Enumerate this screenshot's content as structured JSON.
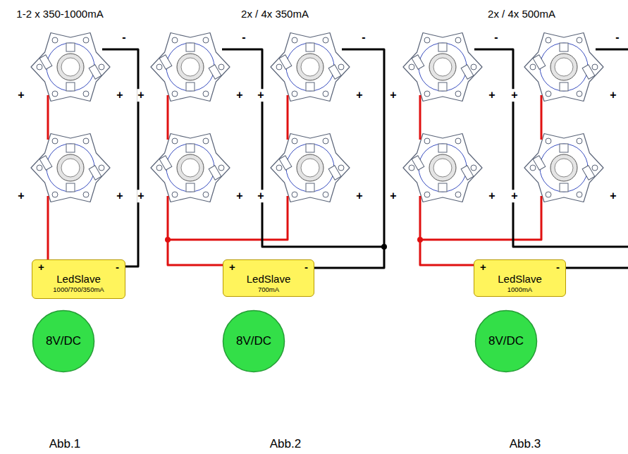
{
  "diagram": {
    "nodes": [
      {
        "text": [
          "+",
          "-",
          "LedSlave",
          "1000/700/350mA"
        ]
      },
      {
        "text": [
          "8V/DC"
        ]
      },
      {
        "text": [
          "+",
          "-",
          "LedSlave",
          "700mA"
        ]
      },
      {
        "text": [
          "8V/DC"
        ]
      },
      {
        "text": [
          "+",
          "-",
          "LedSlave",
          "1000mA"
        ]
      },
      {
        "text": [
          "8V/DC"
        ]
      }
    ],
    "labels": [
      "1-2 x 350-1000mA",
      "2x / 4x 350mA",
      "2x / 4x 500mA",
      "-",
      "+",
      "+",
      "-",
      "+",
      "+",
      "-",
      "+",
      "+",
      "-",
      "+",
      "+",
      "-",
      "+",
      "+",
      "+",
      "+",
      "+",
      "+",
      "+",
      "+",
      "+",
      "+",
      "+",
      "+",
      "Abb.1",
      "Abb.2",
      "Abb.3"
    ]
  }
}
